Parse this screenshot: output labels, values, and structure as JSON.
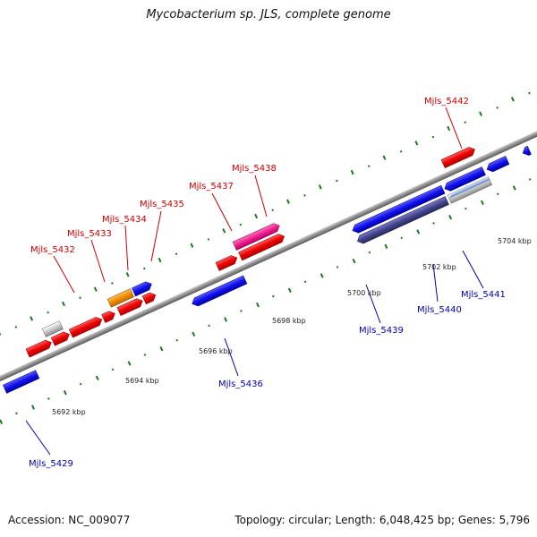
{
  "title": "Mycobacterium sp. JLS, complete genome",
  "footer": {
    "accession": "Accession: NC_009077",
    "topology": "Topology: circular; Length: 6,048,425 bp; Genes: 5,796"
  },
  "colors": {
    "forward_label": "#cc0000",
    "reverse_label": "#0000aa",
    "backbone": "#8c8c8c",
    "tick": "#1a7a1a"
  },
  "ticks": [
    "5692 kbp",
    "5694 kbp",
    "5696 kbp",
    "5698 kbp",
    "5700 kbp",
    "5702 kbp",
    "5704 kbp"
  ],
  "labels": {
    "forward": [
      "Mjls_5432",
      "Mjls_5433",
      "Mjls_5434",
      "Mjls_5435",
      "Mjls_5437",
      "Mjls_5438",
      "Mjls_5442"
    ],
    "reverse": [
      "Mjls_5429",
      "Mjls_5436",
      "Mjls_5439",
      "Mjls_5440",
      "Mjls_5441"
    ]
  }
}
